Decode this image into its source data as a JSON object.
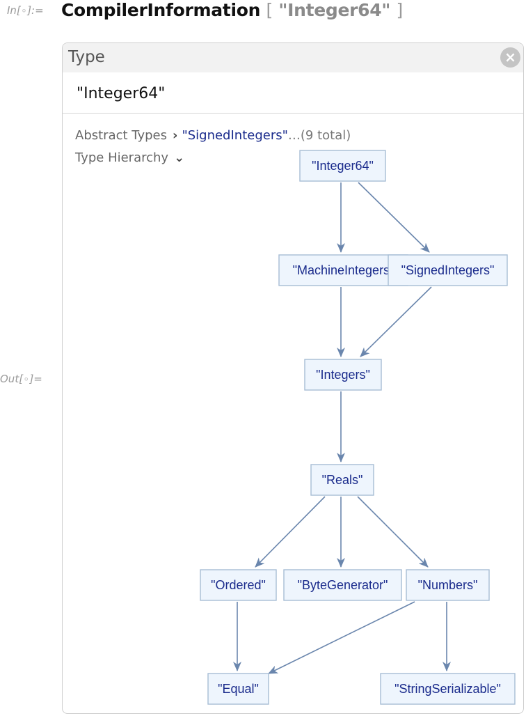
{
  "input": {
    "label_prefix": "In[",
    "label_dot": "∘",
    "label_suffix": "]:=",
    "function": "CompilerInformation",
    "open_bracket": "[",
    "argument": "\"Integer64\"",
    "close_bracket": "]"
  },
  "output": {
    "label_prefix": "Out[",
    "label_dot": "∘",
    "label_suffix": "]="
  },
  "panel": {
    "header_title": "Type",
    "close_icon": "×",
    "type_name": "\"Integer64\"",
    "abstract_types_label": "Abstract Types",
    "abstract_types_first": "\"SignedIntegers\"",
    "abstract_types_ellipsis": "…",
    "abstract_types_total": "(9 total)",
    "type_hierarchy_label": "Type Hierarchy",
    "chevron_right": "›",
    "chevron_down": "⌄"
  },
  "graph": {
    "nodes": [
      {
        "id": "integer64",
        "label": "\"Integer64\""
      },
      {
        "id": "machineintegers",
        "label": "\"MachineIntegers\""
      },
      {
        "id": "signedintegers",
        "label": "\"SignedIntegers\""
      },
      {
        "id": "integers",
        "label": "\"Integers\""
      },
      {
        "id": "reals",
        "label": "\"Reals\""
      },
      {
        "id": "ordered",
        "label": "\"Ordered\""
      },
      {
        "id": "bytegenerator",
        "label": "\"ByteGenerator\""
      },
      {
        "id": "numbers",
        "label": "\"Numbers\""
      },
      {
        "id": "equal",
        "label": "\"Equal\""
      },
      {
        "id": "stringserializable",
        "label": "\"StringSerializable\""
      }
    ],
    "edges": [
      [
        "integer64",
        "machineintegers"
      ],
      [
        "integer64",
        "signedintegers"
      ],
      [
        "machineintegers",
        "integers"
      ],
      [
        "signedintegers",
        "integers"
      ],
      [
        "integers",
        "reals"
      ],
      [
        "reals",
        "ordered"
      ],
      [
        "reals",
        "bytegenerator"
      ],
      [
        "reals",
        "numbers"
      ],
      [
        "ordered",
        "equal"
      ],
      [
        "numbers",
        "equal"
      ],
      [
        "numbers",
        "stringserializable"
      ]
    ]
  }
}
